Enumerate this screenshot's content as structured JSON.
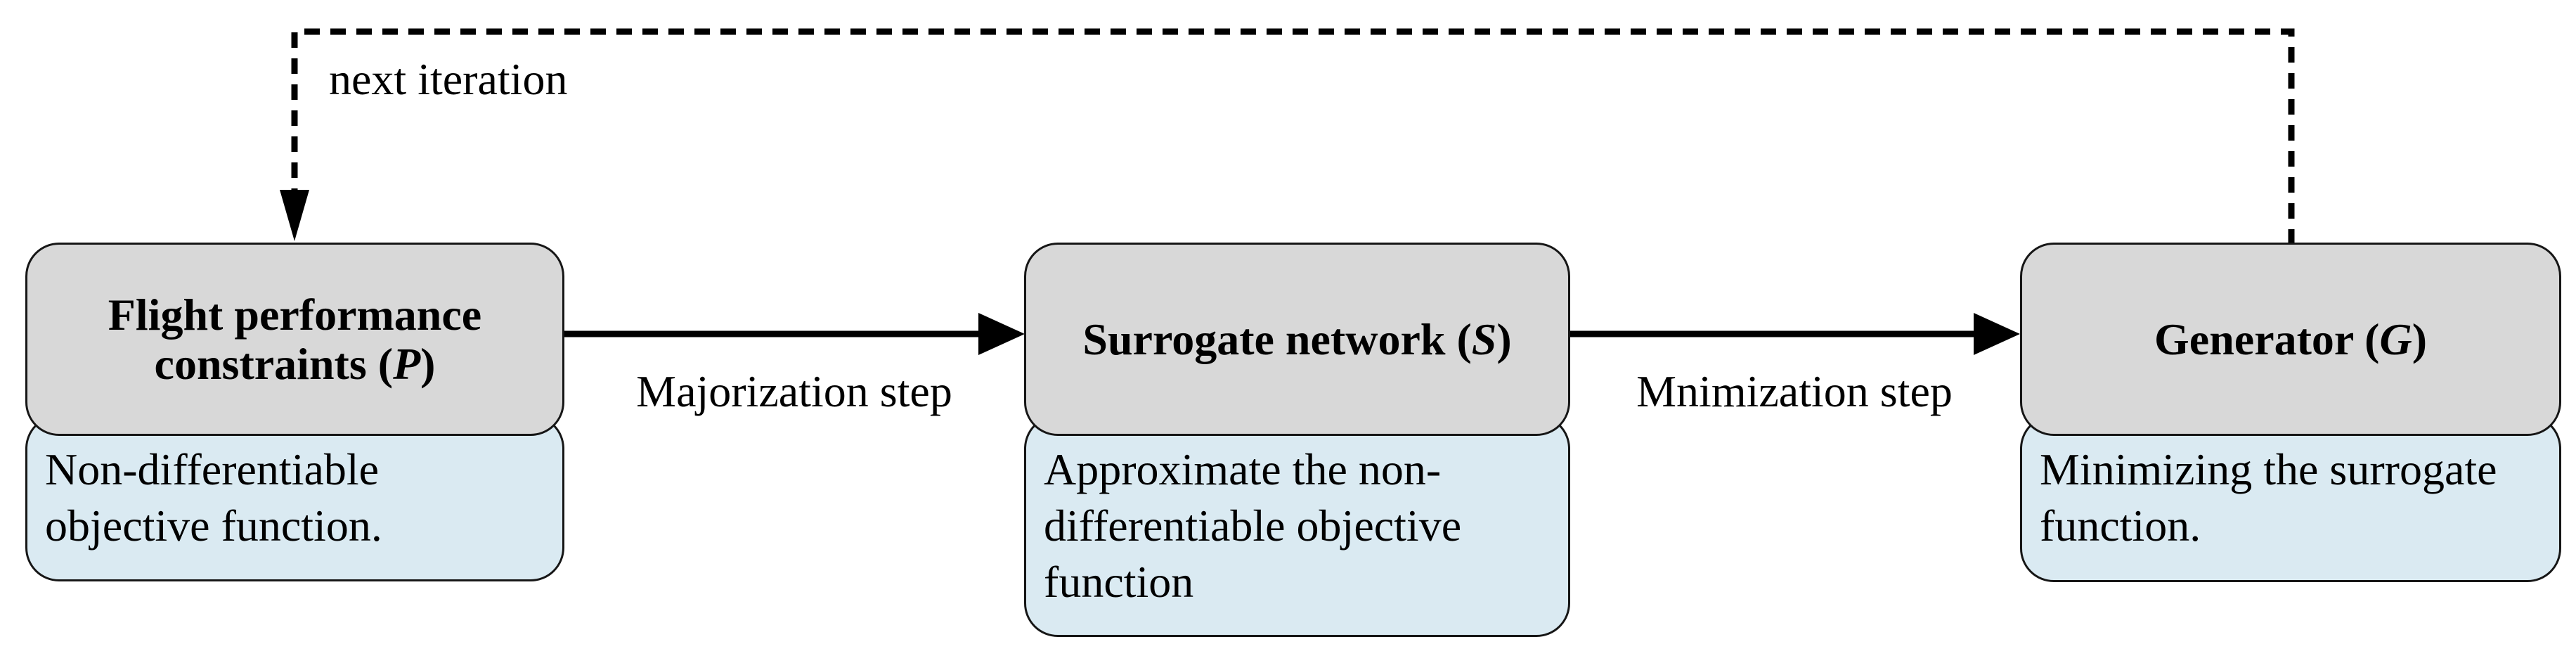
{
  "diagram": {
    "feedback": {
      "label": "next iteration"
    },
    "boxes": [
      {
        "title_pre": "Flight performance constraints (",
        "title_var": "P",
        "title_post": ")",
        "body": "Non-differentiable objective function."
      },
      {
        "title_pre": "Surrogate network (",
        "title_var": "S",
        "title_post": ")",
        "body": "Approximate the non-differentiable objective function"
      },
      {
        "title_pre": "Generator (",
        "title_var": "G",
        "title_post": ")",
        "body": "Minimizing the surrogate function."
      }
    ],
    "arrows": [
      {
        "label": "Majorization step"
      },
      {
        "label": "Mnimization step"
      }
    ],
    "colors": {
      "header_bg": "#d8d8d8",
      "body_bg": "#daeaf2",
      "line": "#000000",
      "border": "#161616"
    }
  }
}
